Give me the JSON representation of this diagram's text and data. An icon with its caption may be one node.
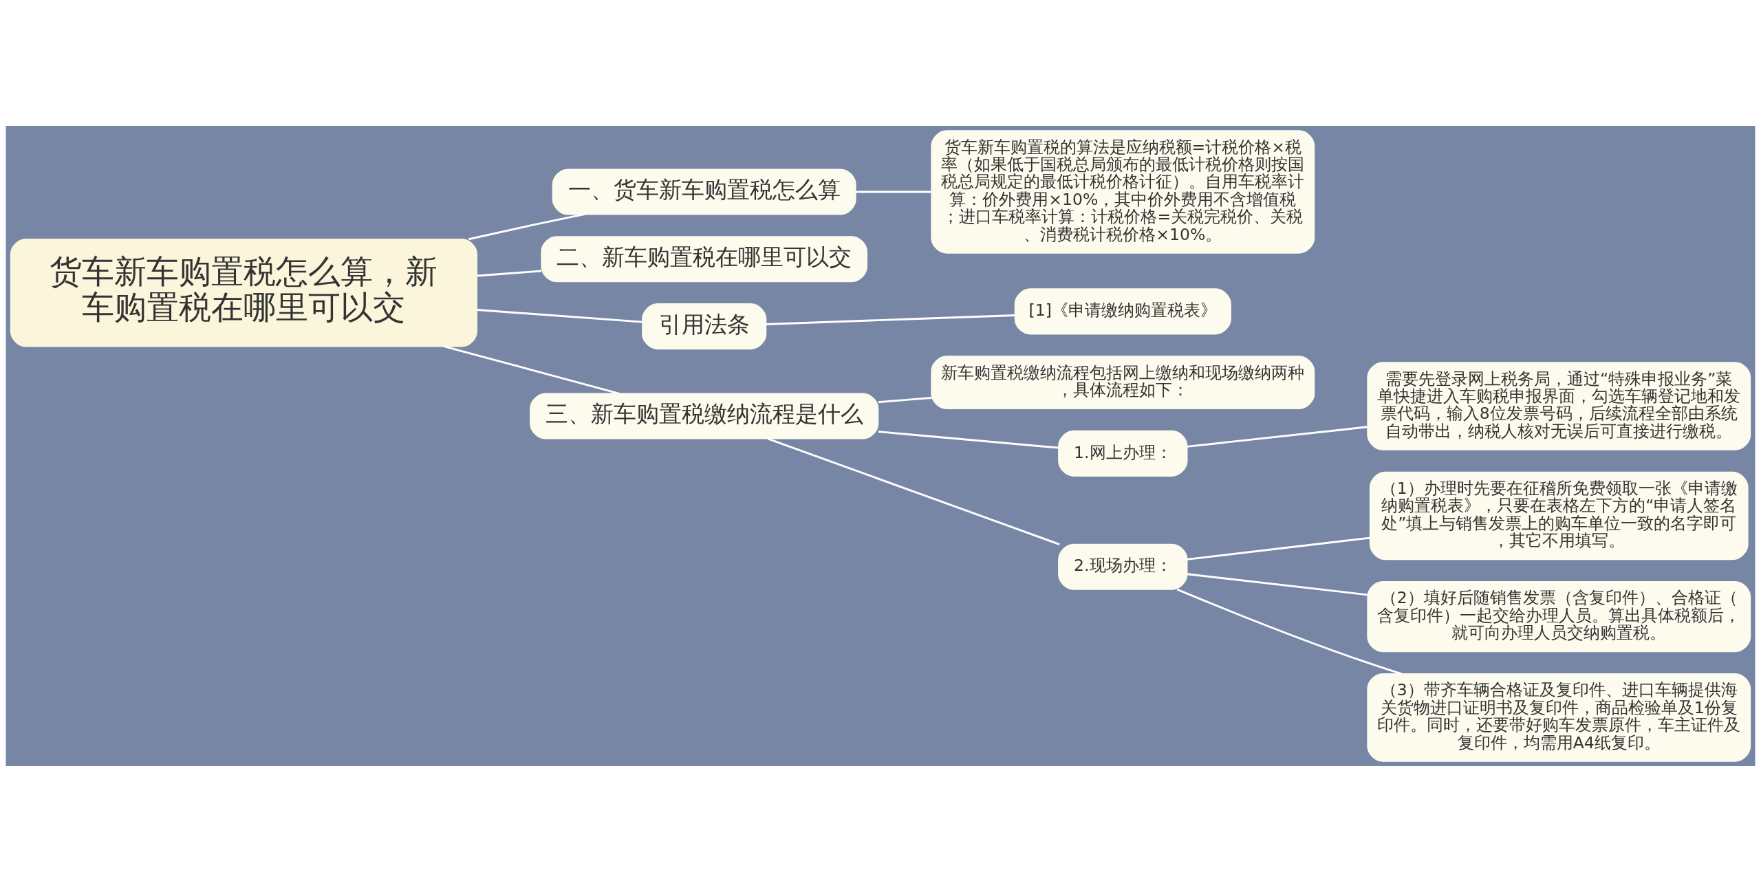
{
  "diagram": {
    "nodes": [
      {
        "text": [
          "货车新车购置税怎么算，新车购置税在哪里可以交"
        ]
      },
      {
        "text": [
          "一、货车新车购置税怎么算"
        ]
      },
      {
        "text": [
          "货车新车购置税的算法是应纳税额=计税价格×税率（如果低于国税总局颁布的最低计税价格则按国税总局规定的最低计税价格计征）。自用车税率计算：价外费用×10%，其中价外费用不含增值税；进口车税率计算：计税价格=关税完税价、关税、消费税计税价格×10%。"
        ]
      },
      {
        "text": [
          "二、新车购置税在哪里可以交"
        ]
      },
      {
        "text": [
          "引用法条"
        ]
      },
      {
        "text": [
          "[1]《申请缴纳购置税表》"
        ]
      },
      {
        "text": [
          "三、新车购置税缴纳流程是什么"
        ]
      },
      {
        "text": [
          "新车购置税缴纳流程包括网上缴纳和现场缴纳两种，具体流程如下："
        ]
      },
      {
        "text": [
          "1.网上办理："
        ]
      },
      {
        "text": [
          "需要先登录网上税务局，通过“特殊申报业务”菜单快捷进入车购税申报界面，勾选车辆登记地和发票代码，输入8位发票号码，后续流程全部由系统自动带出，纳税人核对无误后可直接进行缴税。"
        ]
      },
      {
        "text": [
          "2.现场办理："
        ]
      },
      {
        "text": [
          "（1）办理时先要在征稽所免费领取一张《申请缴纳购置税表》，只要在表格左下方的“申请人签名处”填上与销售发票上的购车单位一致的名字即可，其它不用填写。"
        ]
      },
      {
        "text": [
          "（2）填好后随销售发票（含复印件）、合格证（含复印件）一起交给办理人员。算出具体税额后，就可向办理人员交纳购置税。"
        ]
      },
      {
        "text": [
          "（3）带齐车辆合格证及复印件、进口车辆提供海关货物进口证明书及复印件，商品检验单及1份复印件。同时，还要带好购车发票原件，车主证件及复印件，均需用A4纸复印。"
        ]
      }
    ],
    "edges": [
      {
        "from": 0,
        "to": 1,
        "arrow": "none"
      },
      {
        "from": 1,
        "to": 2,
        "arrow": "none"
      },
      {
        "from": 0,
        "to": 3,
        "arrow": "none"
      },
      {
        "from": 0,
        "to": 4,
        "arrow": "none"
      },
      {
        "from": 4,
        "to": 5,
        "arrow": "none"
      },
      {
        "from": 0,
        "to": 6,
        "arrow": "none"
      },
      {
        "from": 6,
        "to": 7,
        "arrow": "none"
      },
      {
        "from": 6,
        "to": 8,
        "arrow": "none"
      },
      {
        "from": 8,
        "to": 9,
        "arrow": "none"
      },
      {
        "from": 6,
        "to": 10,
        "arrow": "none"
      },
      {
        "from": 10,
        "to": 11,
        "arrow": "none"
      },
      {
        "from": 10,
        "to": 12,
        "arrow": "none"
      },
      {
        "from": 10,
        "to": 13,
        "arrow": "none"
      }
    ]
  }
}
